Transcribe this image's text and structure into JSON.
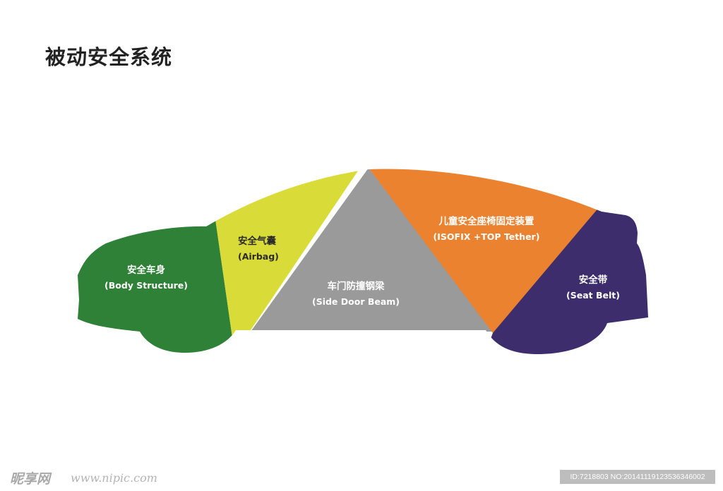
{
  "title": "被动安全系统",
  "colors": {
    "body_structure": "#2f8137",
    "airbag": "#d9dc38",
    "side_door_beam": "#9a9a9a",
    "isofix": "#ea8230",
    "seat_belt": "#3d2d6c"
  },
  "zones": {
    "body_structure": {
      "cn": "安全车身",
      "en": "(Body Structure)"
    },
    "airbag": {
      "cn": "安全气囊",
      "en": "(Airbag)"
    },
    "side_door_beam": {
      "cn": "车门防撞钢梁",
      "en": "(Side Door Beam)"
    },
    "isofix": {
      "cn": "儿童安全座椅固定装置",
      "en": "(ISOFIX +TOP Tether)"
    },
    "seat_belt": {
      "cn": "安全带",
      "en": "(Seat Belt)"
    }
  },
  "watermark": {
    "logo": "昵享网",
    "url": "www.nipic.com",
    "id": "ID:7218803 NO:20141119123536346002"
  }
}
